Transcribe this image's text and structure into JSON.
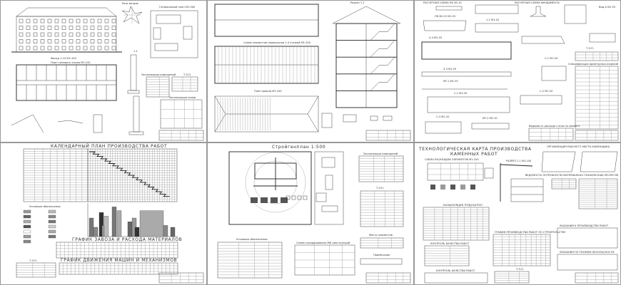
{
  "sheets": [
    {
      "facade_title": "Фасад 1-10 М1:100",
      "plan_title": "План типового этажа М1:100",
      "wind_rose": "Роза ветров",
      "genplan_title": "Генеральный план М1:500",
      "section_title": "1-1",
      "table1_title": "Экспликация помещений",
      "table2_title": "Т.Э.П.",
      "table3_title": "Экспликация полов"
    },
    {
      "plan_title": "Схема элементов перекрытия 1-4 этажей М1:100",
      "roof_title": "План кровли М1:100",
      "section_title": "Разрез 1-1"
    },
    {
      "scheme1": "РАСЧЕТНАЯ СХЕМА ПК 60-15",
      "scheme2": "РАСЧЕТНАЯ СХЕМА ФУНДАМЕНТА",
      "view_a": "Вид А М1:25",
      "pk": "ПК 60-15 М1:25",
      "s11": "1-1 М1:20",
      "s44": "4-4 М1:25",
      "s33": "3-3 М1:25",
      "kp1": "КР-1 М1:25",
      "c1": "С-1 М1:25",
      "c2": "С-2 М1:10",
      "c3": "С-3 М1:10",
      "kp2": "КР-1 М1:10",
      "tep": "Т.Э.П.",
      "spec": "Спецификация арматурных изделий",
      "steel": "Ведомость расхода стали на элемент"
    },
    {
      "title": "КАЛЕНДАРНЫЙ ПЛАН ПРОИЗВОДСТВА РАБОТ",
      "legend": "Условные обозначения",
      "materials": "ГРАФИК ЗАВОЗА И РАСХОДА МАТЕРИАЛОВ",
      "machines": "ГРАФИК ДВИЖЕНИЯ МАШИН И МЕХАНИЗМОВ",
      "tep": "Т.Э.П."
    },
    {
      "title": "Стройгенплан 1:500",
      "explication": "Экспликация помещений",
      "tep": "Т.Э.П.",
      "legend": "Условные обозначения",
      "storage": "Схема складирования ЖБ конструкций",
      "elements": "Место элементов",
      "note": "Примечание"
    },
    {
      "title1": "ТЕХНОЛОГИЧЕСКАЯ КАРТА ПРОИЗВОДСТВА",
      "title2": "КАМЕННЫХ РАБОТ",
      "layout": "СХЕМА РАСКЛАДКИ ЭЛЕМЕНТОВ М1:100",
      "section": "РАЗРЕЗ 1-1 М1:100",
      "workplace": "ОРГАНИЗАЦИЯ РАБОЧЕГО МЕСТА КАМЕНЩИКА",
      "resources": "ВЕДОМОСТЬ ПОТРЕБНОСТИ МАТЕРИАЛЬНО-ТЕХНИЧЕСКИХ РЕСУРСОВ",
      "labor": "КАЛЬКУЛЯЦИЯ ТРУДОЗАТРАТ",
      "schedule": "ГРАФИК ПРОИЗВОДСТВА РАБОТ ПО СТРОИТЕЛЬСТВУ",
      "quality": "КОНТРОЛЬ КАЧЕСТВА РАБОТ",
      "quality2": "КОНТРОЛЬ КАЧЕСТВА РАБОТ",
      "instructions": "УКАЗАНИЯ К ПРОИЗВОДСТВУ РАБОТ",
      "safety": "УКАЗАНИЯ ПО ТЕХНИКЕ БЕЗОПАСНОСТИ",
      "tep": "Т.Э.П."
    }
  ]
}
